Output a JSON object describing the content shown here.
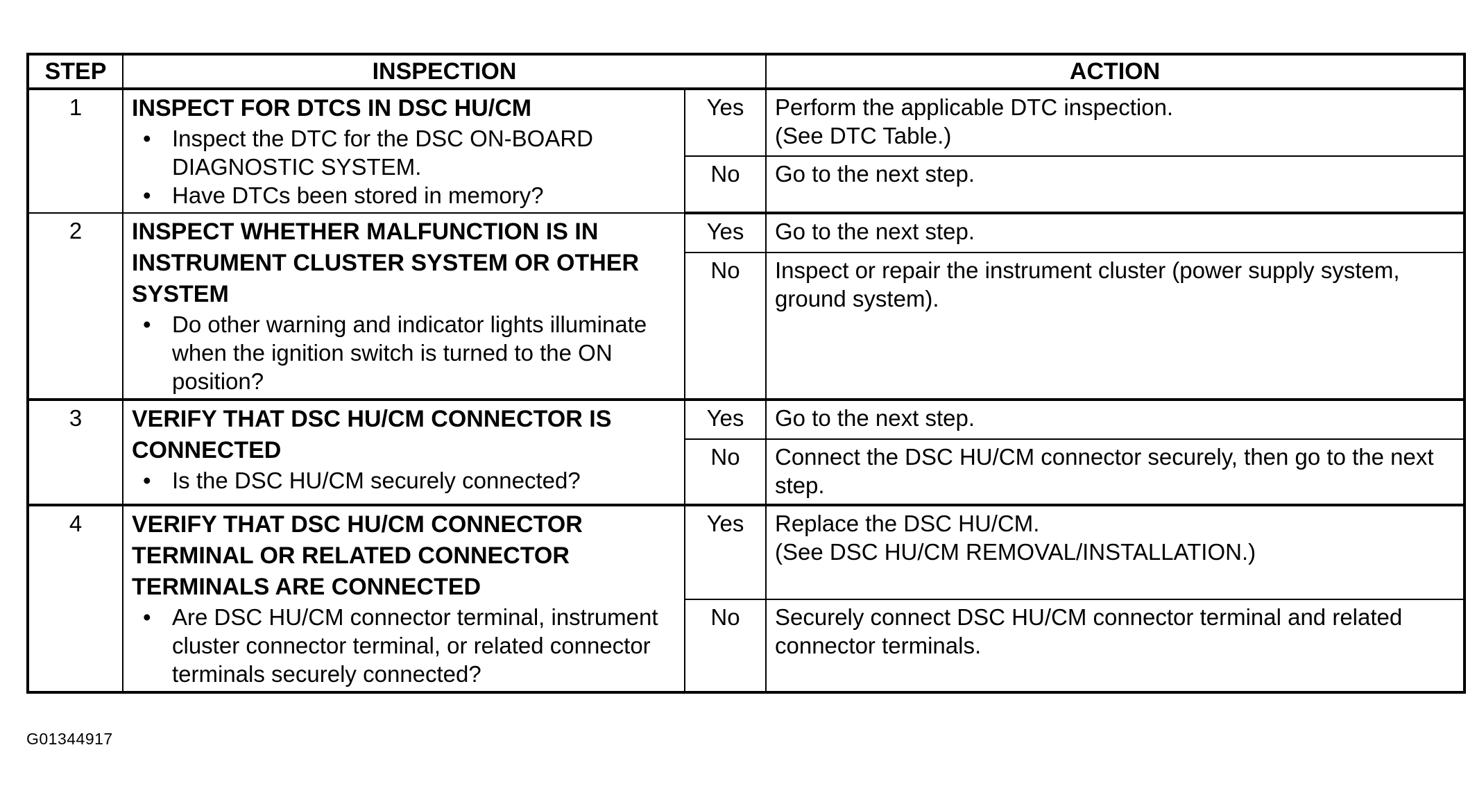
{
  "table": {
    "headers": {
      "step": "STEP",
      "inspection": "INSPECTION",
      "action": "ACTION"
    },
    "steps": [
      {
        "number": "1",
        "title": "INSPECT FOR DTCS IN DSC HU/CM",
        "bullets": [
          "Inspect the DTC for the DSC ON-BOARD DIAGNOSTIC SYSTEM.",
          "Have DTCs been stored in memory?"
        ],
        "yes_label": "Yes",
        "yes_action": "Perform the applicable DTC inspection.\n(See DTC Table.)",
        "no_label": "No",
        "no_action": "Go to the next step."
      },
      {
        "number": "2",
        "title": "INSPECT WHETHER MALFUNCTION IS IN INSTRUMENT CLUSTER SYSTEM OR OTHER SYSTEM",
        "bullets": [
          "Do other warning and indicator lights illuminate when the ignition switch is turned to the ON position?"
        ],
        "yes_label": "Yes",
        "yes_action": "Go to the next step.",
        "no_label": "No",
        "no_action": "Inspect or repair the instrument cluster (power supply system, ground system)."
      },
      {
        "number": "3",
        "title": "VERIFY THAT DSC HU/CM CONNECTOR IS CONNECTED",
        "bullets": [
          "Is the DSC HU/CM securely connected?"
        ],
        "yes_label": "Yes",
        "yes_action": "Go to the next step.",
        "no_label": "No",
        "no_action": "Connect the DSC HU/CM connector securely, then go to the next step."
      },
      {
        "number": "4",
        "title": "VERIFY THAT DSC HU/CM CONNECTOR TERMINAL OR RELATED CONNECTOR TERMINALS ARE CONNECTED",
        "bullets": [
          "Are DSC HU/CM connector terminal, instrument cluster connector terminal, or related connector terminals securely connected?"
        ],
        "yes_label": "Yes",
        "yes_action": "Replace the DSC HU/CM.\n(See DSC HU/CM REMOVAL/INSTALLATION.)",
        "no_label": "No",
        "no_action": "Securely connect DSC HU/CM connector terminal and related connector terminals."
      }
    ]
  },
  "figure_id": "G01344917",
  "colors": {
    "ink": "#000000",
    "paper": "#ffffff"
  }
}
